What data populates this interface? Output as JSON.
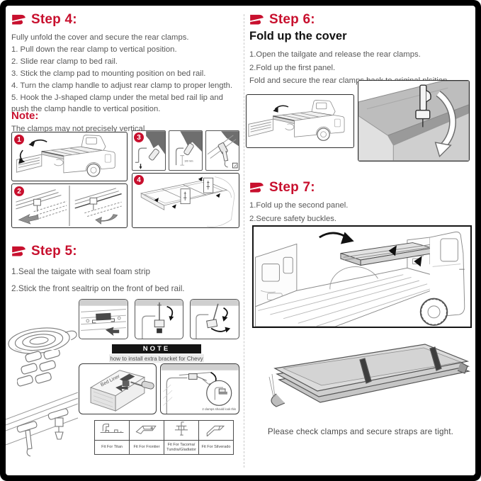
{
  "accent": "#C8102E",
  "icons": {
    "check": "✓"
  },
  "step4": {
    "title": "Step 4:",
    "intro": "Fully unfold the cover and secure the rear clamps.",
    "items": [
      "1. Pull down the rear clamp to vertical position.",
      "2. Slide rear clamp to bed rail.",
      "3. Stick the clamp pad to mounting position on bed rail.",
      "4. Turn the clamp handle to adjust rear clamp to proper length.",
      "5. Hook the J-shaped clamp under the metal bed rail lip and push the clamp handle to vertical position."
    ],
    "note_title": "Note:",
    "note_text": "The clamps may not precisely vertical.",
    "figs": [
      "1",
      "2",
      "3",
      "4"
    ],
    "dim_label": "100 mm"
  },
  "step5": {
    "title": "Step 5:",
    "items": [
      "1.Seal the taigate with seal foam strip",
      "2.Stick the front sealtrip on the front of bed rail."
    ],
    "note_bar": "NOTE",
    "note_sub": "how to install extra bracket for Chevy",
    "bed_liner_label": "Bed Liner",
    "clamp_caption": "2 clamps should look this",
    "brackets": [
      "Fit For Titan",
      "Fit For Frontier",
      "Fit For Tacoma/ Tundra/Gladiator",
      "Fit For Silverado"
    ]
  },
  "step6": {
    "title": "Step 6:",
    "subtitle": "Fold up the cover",
    "items": [
      "1.Open the tailgate and release the rear clamps.",
      "2.Fold up the first panel.",
      "Fold and secure the rear clamps back to original plsition"
    ]
  },
  "step7": {
    "title": "Step 7:",
    "items": [
      "1.Fold up the second panel.",
      "2.Secure safety buckles."
    ],
    "footer": "Please check clamps and secure straps are tight."
  }
}
